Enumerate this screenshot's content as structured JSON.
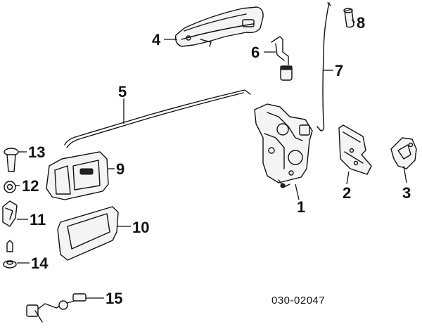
{
  "callouts": {
    "c1": "1",
    "c2": "2",
    "c3": "3",
    "c4": "4",
    "c5": "5",
    "c6": "6",
    "c7": "7",
    "c8": "8",
    "c9": "9",
    "c10": "10",
    "c11": "11",
    "c12": "12",
    "c13": "13",
    "c14": "14",
    "c15": "15"
  },
  "diagram_code": "030-02047"
}
